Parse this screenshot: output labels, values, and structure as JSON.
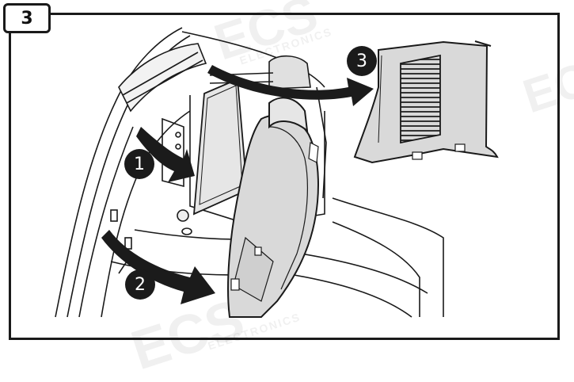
{
  "step": {
    "number": "3"
  },
  "watermark": {
    "brand": "ECS",
    "sub": "ELECTRONICS"
  },
  "callouts": [
    {
      "label": "1"
    },
    {
      "label": "2"
    },
    {
      "label": "3"
    }
  ],
  "colors": {
    "outline": "#1a1a1a",
    "panel_fill": "#d9d9d9",
    "arrow_fill": "#1b1b1b",
    "background": "#ffffff"
  }
}
